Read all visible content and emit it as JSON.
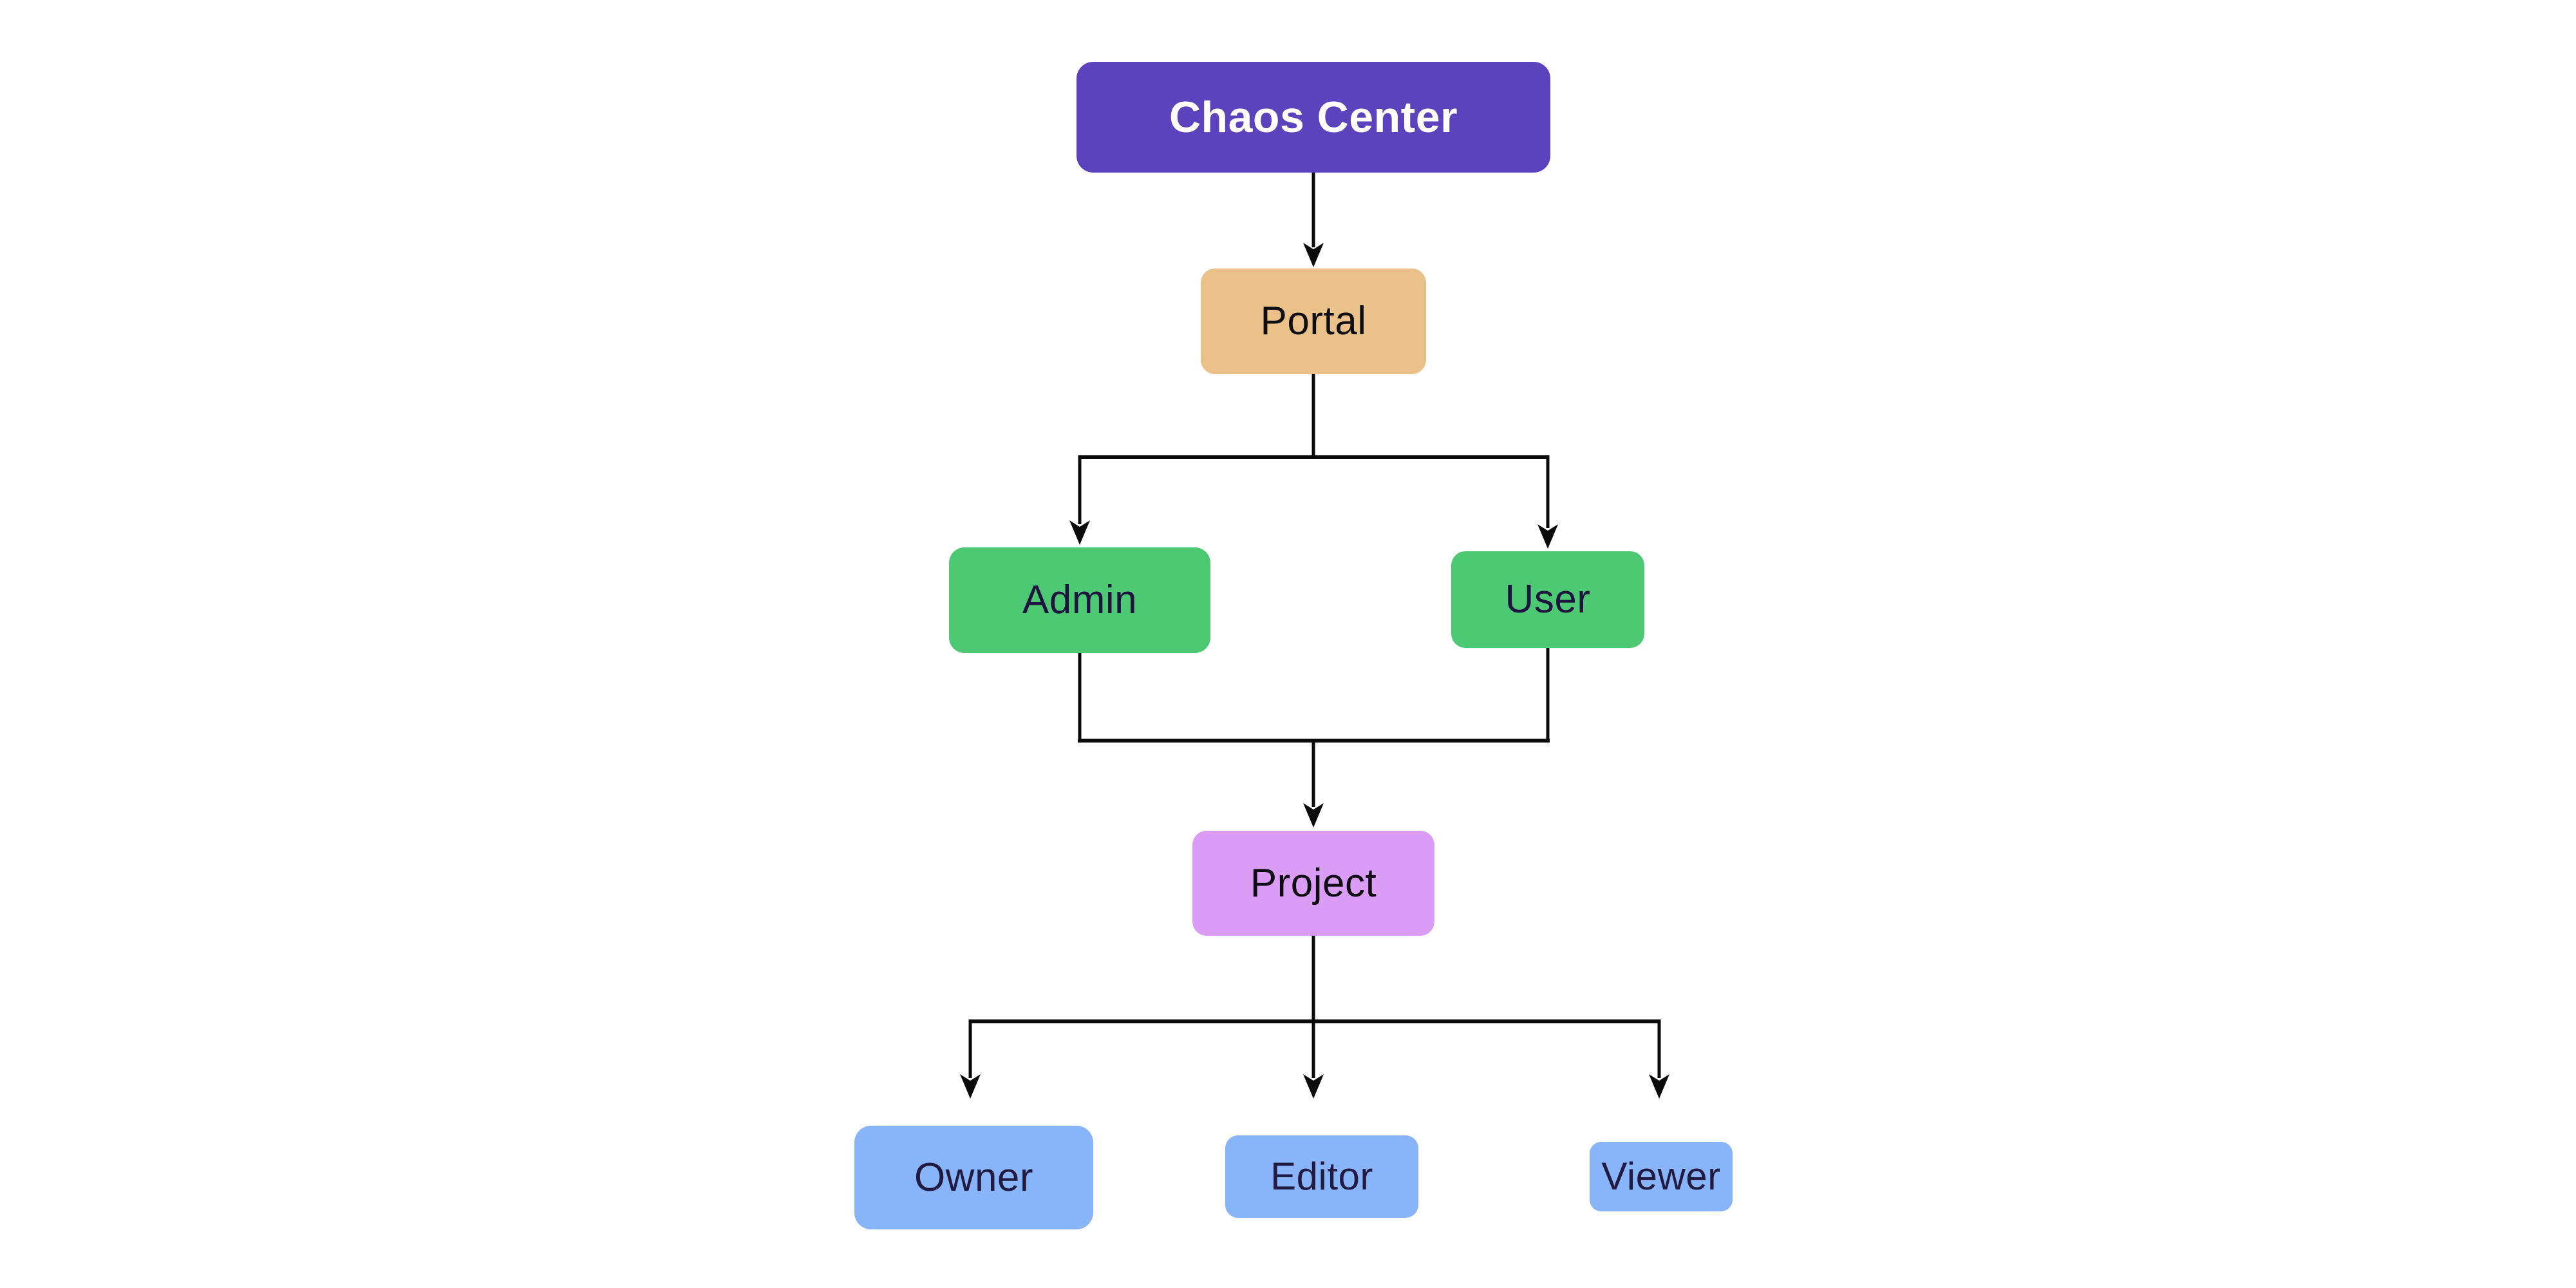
{
  "diagram": {
    "background": "#ffffff",
    "connector_color": "#0b0b0b",
    "nodes": [
      {
        "id": "chaos-center",
        "label": "Chaos Center",
        "fill": "#5B43BD",
        "text_color": "#ffffff"
      },
      {
        "id": "portal",
        "label": "Portal",
        "fill": "#EAC189",
        "text_color": "#0d0d12"
      },
      {
        "id": "admin",
        "label": "Admin",
        "fill": "#4DC973",
        "text_color": "#1D1440"
      },
      {
        "id": "user",
        "label": "User",
        "fill": "#4DC973",
        "text_color": "#1D1440"
      },
      {
        "id": "project",
        "label": "Project",
        "fill": "#DB9CF5",
        "text_color": "#0d0d12"
      },
      {
        "id": "owner",
        "label": "Owner",
        "fill": "#88B4FA",
        "text_color": "#221A41"
      },
      {
        "id": "editor",
        "label": "Editor",
        "fill": "#88B4FA",
        "text_color": "#221A41"
      },
      {
        "id": "viewer",
        "label": "Viewer",
        "fill": "#88B4FA",
        "text_color": "#221A41"
      }
    ],
    "edges": [
      {
        "from": "chaos-center",
        "to": "portal"
      },
      {
        "from": "portal",
        "to": "admin"
      },
      {
        "from": "portal",
        "to": "user"
      },
      {
        "from": "admin",
        "to": "project"
      },
      {
        "from": "user",
        "to": "project"
      },
      {
        "from": "project",
        "to": "owner"
      },
      {
        "from": "project",
        "to": "editor"
      },
      {
        "from": "project",
        "to": "viewer"
      }
    ]
  }
}
